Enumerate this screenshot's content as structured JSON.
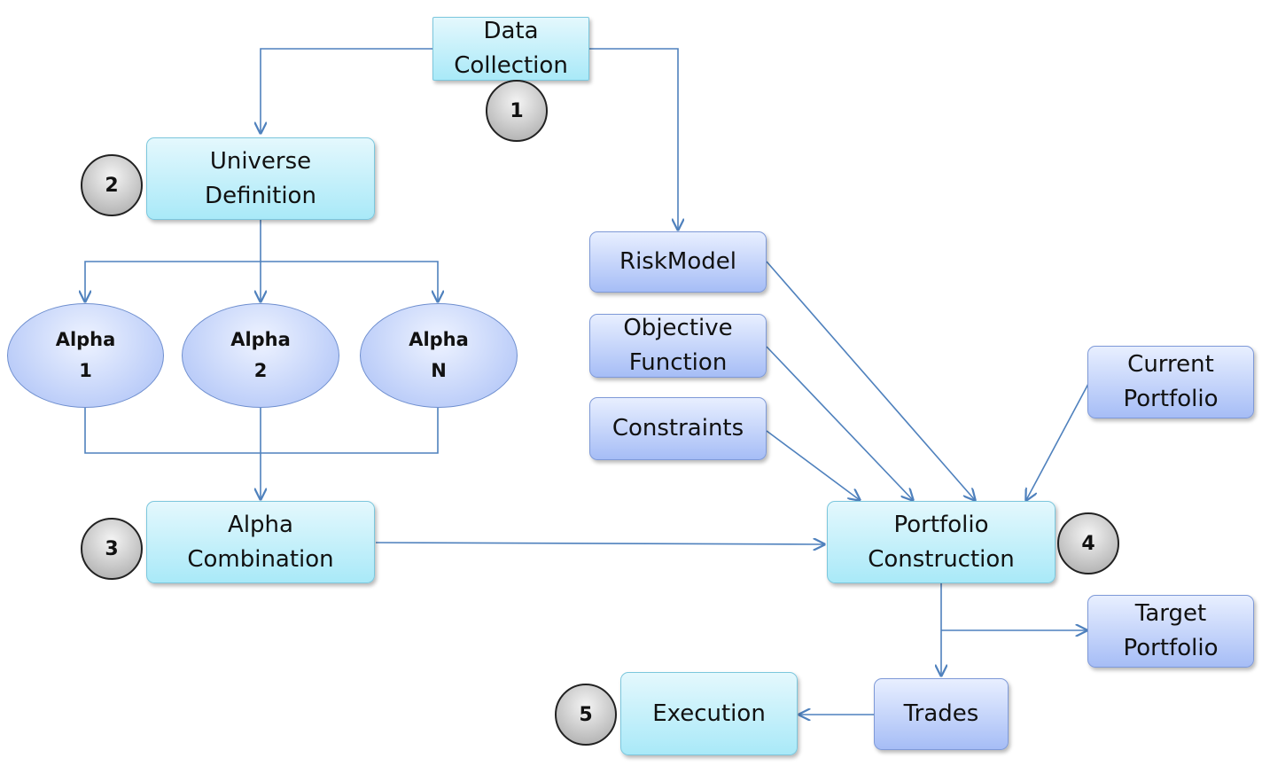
{
  "nodes": {
    "data_collection": [
      "Data",
      "Collection"
    ],
    "universe_definition": [
      "Universe",
      "Definition"
    ],
    "risk_model": [
      "RiskModel"
    ],
    "objective_function": [
      "Objective",
      "Function"
    ],
    "constraints": [
      "Constraints"
    ],
    "current_portfolio": [
      "Current",
      "Portfolio"
    ],
    "alpha_1": [
      "Alpha",
      "1"
    ],
    "alpha_2": [
      "Alpha",
      "2"
    ],
    "alpha_n": [
      "Alpha",
      "N"
    ],
    "alpha_combination": [
      "Alpha",
      "Combination"
    ],
    "portfolio_construction": [
      "Portfolio",
      "Construction"
    ],
    "target_portfolio": [
      "Target",
      "Portfolio"
    ],
    "trades": [
      "Trades"
    ],
    "execution": [
      "Execution"
    ]
  },
  "steps": {
    "step_1": "1",
    "step_2": "2",
    "step_3": "3",
    "step_4": "4",
    "step_5": "5"
  },
  "colors": {
    "connector": "#4f81bd",
    "cyan_box": "#a9e9f8",
    "blue_box": "#a6bdf6",
    "step_badge": "#a5a5a5"
  }
}
